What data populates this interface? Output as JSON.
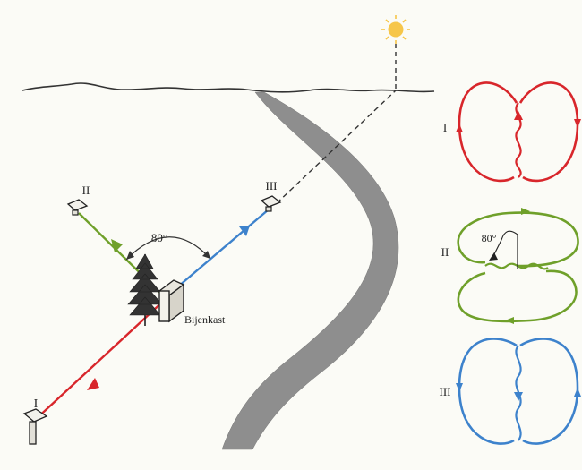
{
  "labels": {
    "feeder_1": "I",
    "feeder_2": "II",
    "feeder_3": "III",
    "hive": "Bijenkast",
    "angle": "80°"
  },
  "dances": [
    {
      "label": "I"
    },
    {
      "label": "II",
      "angle": "80°"
    },
    {
      "label": "III"
    }
  ],
  "colors": {
    "route_1": "#d8262b",
    "route_2": "#6fa02a",
    "route_3": "#3d82cc",
    "road": "#8e8e8e",
    "sun": "#f6c64a",
    "ink": "#222222",
    "background": "#fbfbf6"
  }
}
